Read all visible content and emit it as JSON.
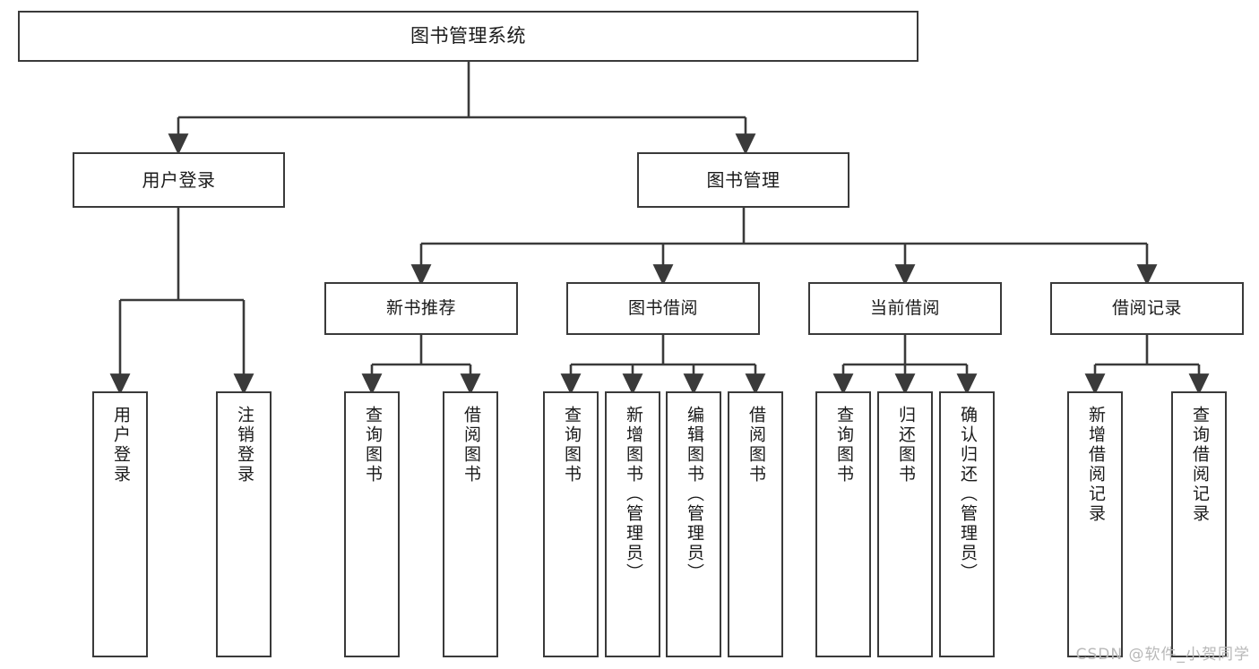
{
  "diagram": {
    "title_node": {
      "id": "root",
      "label": "图书管理系统"
    },
    "type": "tree-hierarchy",
    "stroke_color": "#3a3a3a",
    "fill_color": "#ffffff",
    "text_color": "#1a1a1a",
    "tier2": [
      {
        "id": "user-login",
        "label": "用户登录"
      },
      {
        "id": "book-manage",
        "label": "图书管理"
      }
    ],
    "tier3": [
      {
        "id": "new-book-rec",
        "label": "新书推荐"
      },
      {
        "id": "book-borrow",
        "label": "图书借阅"
      },
      {
        "id": "current-borrow",
        "label": "当前借阅"
      },
      {
        "id": "borrow-record",
        "label": "借阅记录"
      }
    ],
    "leaves": {
      "user_login": [
        {
          "id": "leaf-user-login",
          "label": "用户登录"
        },
        {
          "id": "leaf-logout",
          "label": "注销登录"
        }
      ],
      "new_book_rec": [
        {
          "id": "leaf-query-book-1",
          "label": "查询图书"
        },
        {
          "id": "leaf-borrow-book-1",
          "label": "借阅图书"
        }
      ],
      "book_borrow": [
        {
          "id": "leaf-query-book-2",
          "label": "查询图书"
        },
        {
          "id": "leaf-add-book",
          "label": "新增图书（管理员）"
        },
        {
          "id": "leaf-edit-book",
          "label": "编辑图书（管理员）"
        },
        {
          "id": "leaf-borrow-book-2",
          "label": "借阅图书"
        }
      ],
      "current_borrow": [
        {
          "id": "leaf-query-book-3",
          "label": "查询图书"
        },
        {
          "id": "leaf-return-book",
          "label": "归还图书"
        },
        {
          "id": "leaf-confirm-return",
          "label": "确认归还（管理员）"
        }
      ],
      "borrow_record": [
        {
          "id": "leaf-add-record",
          "label": "新增借阅记录"
        },
        {
          "id": "leaf-query-record",
          "label": "查询借阅记录"
        }
      ]
    }
  },
  "watermark": {
    "text": "CSDN @软件_小贺同学"
  }
}
